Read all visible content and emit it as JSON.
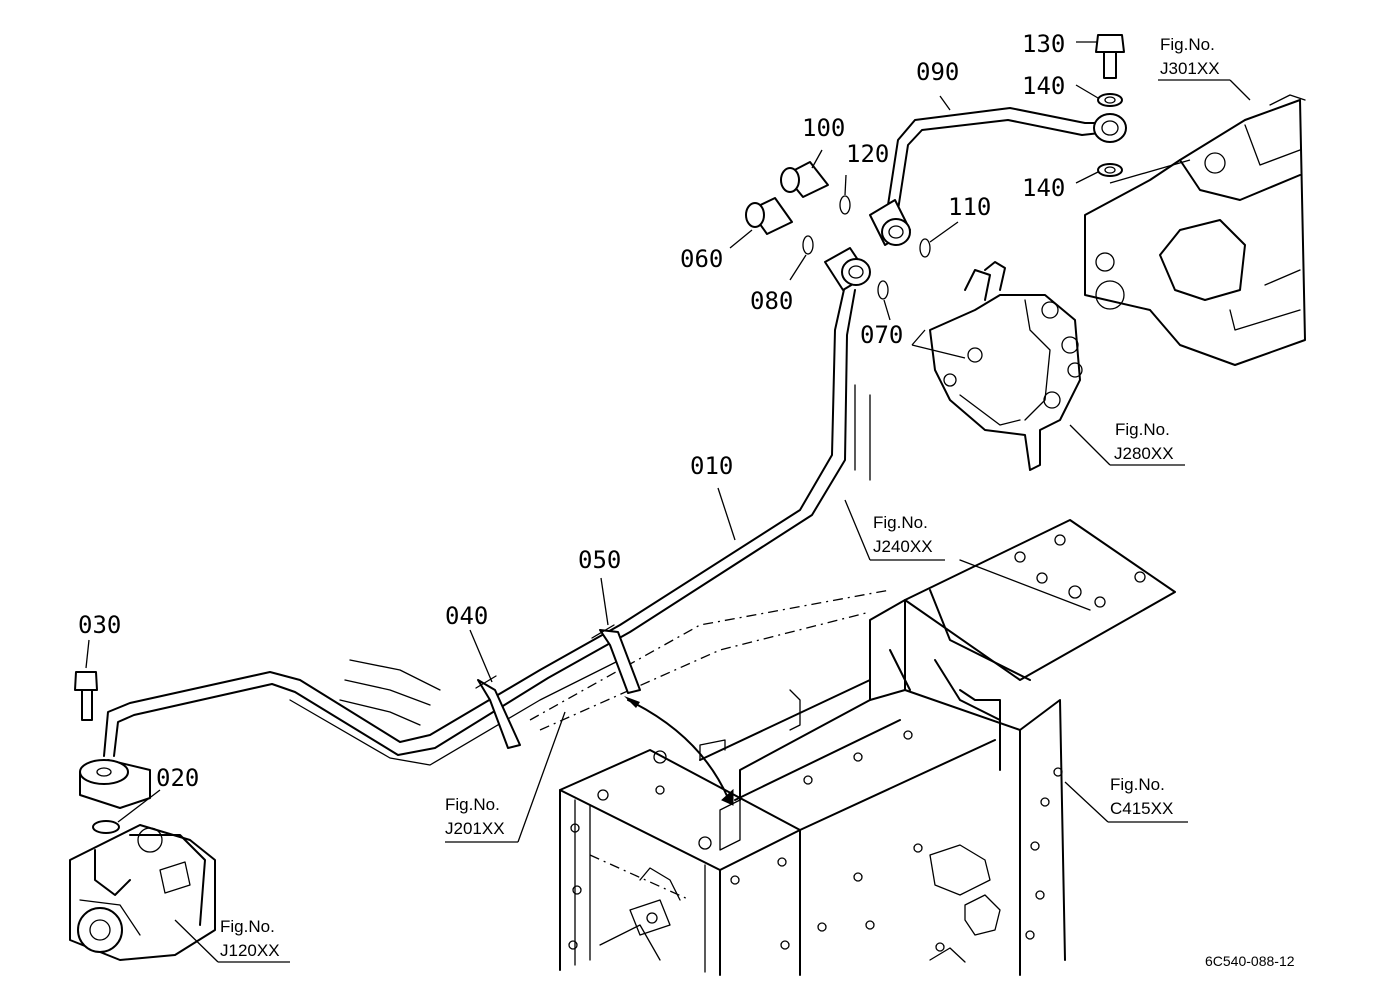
{
  "part_labels": {
    "p010": "010",
    "p020": "020",
    "p030": "030",
    "p040": "040",
    "p050": "050",
    "p060": "060",
    "p070": "070",
    "p080": "080",
    "p090": "090",
    "p100": "100",
    "p110": "110",
    "p120": "120",
    "p130": "130",
    "p140a": "140",
    "p140b": "140"
  },
  "figure_refs": {
    "fig_prefix": "Fig.No.",
    "j301": "J301XX",
    "j280": "J280XX",
    "j240": "J240XX",
    "j201": "J201XX",
    "c415": "C415XX",
    "j120": "J120XX"
  },
  "diagram_code": "6C540-088-12"
}
